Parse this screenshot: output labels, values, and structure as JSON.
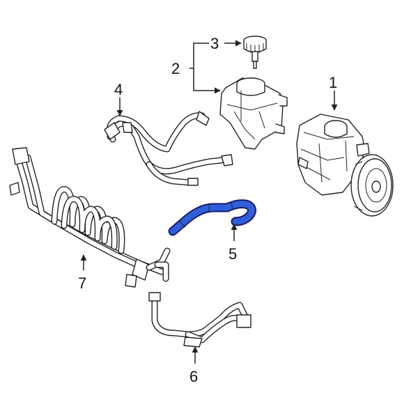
{
  "callouts": {
    "c1": "1",
    "c2": "2",
    "c3": "3",
    "c4": "4",
    "c5": "5",
    "c6": "6",
    "c7": "7"
  },
  "colors": {
    "highlight": "#2f5fd8",
    "highlight_outline": "#1a1a6e",
    "line": "#222222"
  }
}
